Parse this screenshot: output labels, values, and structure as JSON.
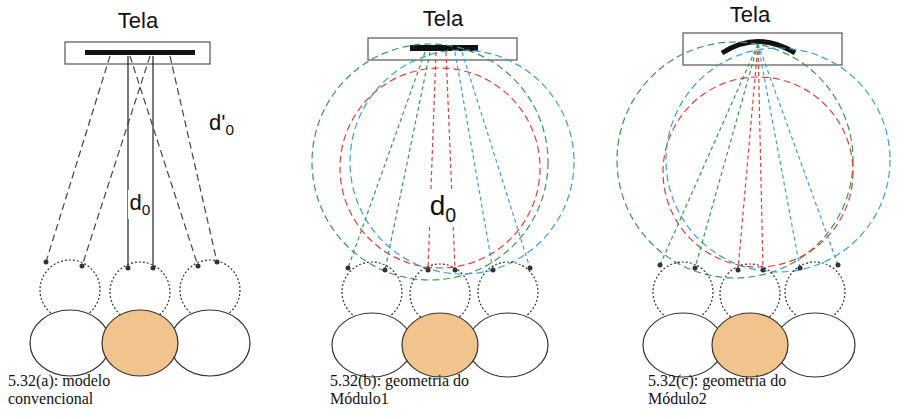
{
  "diagram": {
    "labels": [
      "Tela",
      "d0",
      "d'0",
      "5.32(a): modelo convencional",
      "Tela",
      "d0",
      "5.32(b): geometria do Módulo1",
      "Tela",
      "5.32(c): geometria do Módulo2"
    ]
  }
}
